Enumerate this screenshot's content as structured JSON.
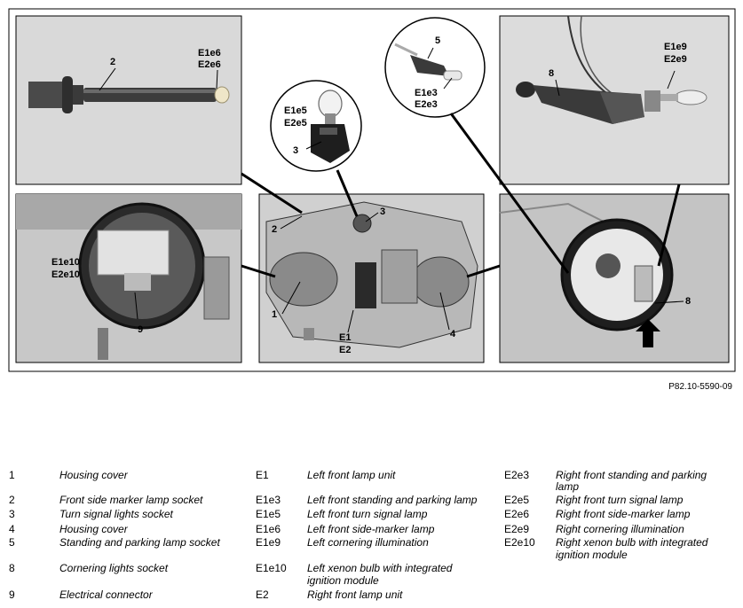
{
  "figure": {
    "reference": "P82.10-5590-09",
    "callouts": {
      "c2": "2",
      "c3a": "3",
      "c3b": "3",
      "c5": "5",
      "c8a": "8",
      "c8b": "8",
      "c1": "1",
      "c4": "4",
      "c9": "9",
      "c2b": "2",
      "e1e6": "E1e6",
      "e2e6": "E2e6",
      "e1e5": "E1e5",
      "e2e5": "E2e5",
      "e1e3": "E1e3",
      "e2e3": "E2e3",
      "e1e9": "E1e9",
      "e2e9": "E2e9",
      "e1e10": "E1e10",
      "e2e10": "E2e10",
      "e1": "E1",
      "e2": "E2"
    }
  },
  "legend": {
    "col1": [
      {
        "code": "1",
        "text": "Housing cover"
      },
      {
        "code": "2",
        "text": "Front side marker lamp socket"
      },
      {
        "code": "3",
        "text": "Turn signal lights socket"
      },
      {
        "code": "4",
        "text": "Housing cover"
      },
      {
        "code": "5",
        "text": "Standing and parking lamp socket"
      },
      {
        "code": "8",
        "text": "Cornering lights socket"
      },
      {
        "code": "9",
        "text": "Electrical connector"
      }
    ],
    "col2": [
      {
        "code": "E1",
        "text": "Left front lamp unit"
      },
      {
        "code": "E1e3",
        "text": "Left front standing and parking lamp"
      },
      {
        "code": "E1e5",
        "text": "Left front turn signal lamp"
      },
      {
        "code": "E1e6",
        "text": "Left front side-marker lamp"
      },
      {
        "code": "E1e9",
        "text": "Left cornering illumination"
      },
      {
        "code": "E1e10",
        "text": "Left xenon bulb with integrated",
        "text2": "ignition module"
      },
      {
        "code": "E2",
        "text": "Right front lamp unit"
      }
    ],
    "col3": [
      {
        "code": "E2e3",
        "text": "Right front standing and parking",
        "text2": "lamp"
      },
      {
        "code": "E2e5",
        "text": "Right front turn signal lamp"
      },
      {
        "code": "E2e6",
        "text": "Right front side-marker lamp"
      },
      {
        "code": "E2e9",
        "text": "Right cornering illumination"
      },
      {
        "code": "E2e10",
        "text": "Right xenon bulb with integrated",
        "text2": "ignition module"
      }
    ]
  }
}
